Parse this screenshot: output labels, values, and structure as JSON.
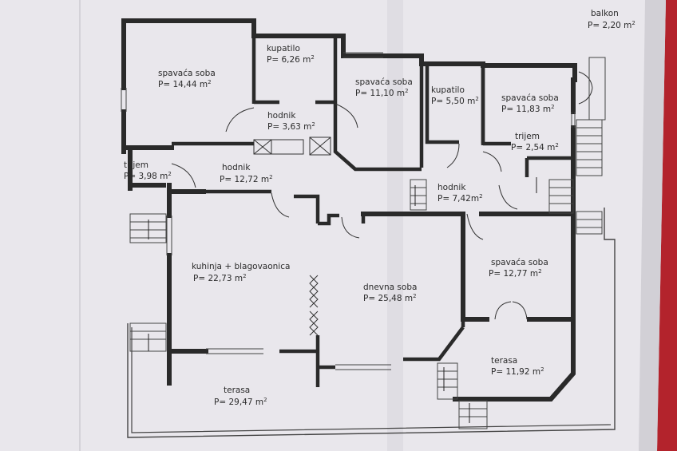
{
  "plan": {
    "rooms": [
      {
        "id": "balkon",
        "name": "balkon",
        "area": "P= 2,20 m",
        "sup": "2"
      },
      {
        "id": "spavaca-1",
        "name": "spavaća soba",
        "area": "P= 14,44 m",
        "sup": "2"
      },
      {
        "id": "kupatilo-1",
        "name": "kupatilo",
        "area": "P= 6,26 m",
        "sup": "2"
      },
      {
        "id": "spavaca-2",
        "name": "spavaća soba",
        "area": "P= 11,10 m",
        "sup": "2"
      },
      {
        "id": "kupatilo-2",
        "name": "kupatilo",
        "area": "P= 5,50 m",
        "sup": "2"
      },
      {
        "id": "spavaca-3",
        "name": "spavaća soba",
        "area": "P= 11,83 m",
        "sup": "2"
      },
      {
        "id": "hodnik-1",
        "name": "hodnik",
        "area": "P= 3,63 m",
        "sup": "2"
      },
      {
        "id": "trijem-1",
        "name": "trijem",
        "area": "P= 2,54 m",
        "sup": "2"
      },
      {
        "id": "trijem-2",
        "name": "trijem",
        "area": "P= 3,98 m",
        "sup": "2"
      },
      {
        "id": "hodnik-2",
        "name": "hodnik",
        "area": "P= 12,72 m",
        "sup": "2"
      },
      {
        "id": "hodnik-3",
        "name": "hodnik",
        "area": "P= 7,42m",
        "sup": "2"
      },
      {
        "id": "kuhinja",
        "name": "kuhinja + blagovaonica",
        "area": "P= 22,73 m",
        "sup": "2"
      },
      {
        "id": "dnevna",
        "name": "dnevna soba",
        "area": "P= 25,48 m",
        "sup": "2"
      },
      {
        "id": "spavaca-4",
        "name": "spavaća soba",
        "area": "P= 12,77 m",
        "sup": "2"
      },
      {
        "id": "terasa-1",
        "name": "terasa",
        "area": "P= 11,92 m",
        "sup": "2"
      },
      {
        "id": "terasa-2",
        "name": "terasa",
        "area": "P= 29,47 m",
        "sup": "2"
      }
    ]
  },
  "colors": {
    "background": "#b3232c",
    "paper": "#eceaf0",
    "wall": "#2a2a2a",
    "line": "#333333"
  }
}
